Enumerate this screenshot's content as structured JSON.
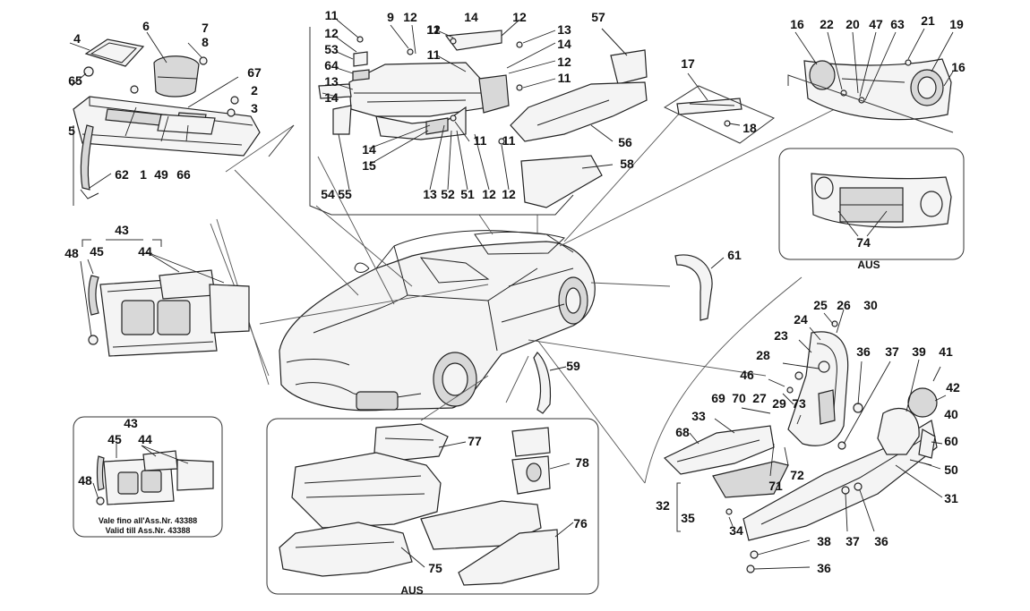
{
  "callouts": {
    "top_left": [
      "4",
      "6",
      "7",
      "8",
      "65",
      "67",
      "2",
      "3",
      "5",
      "1",
      "49",
      "66",
      "62"
    ],
    "top_center": [
      "11",
      "12",
      "53",
      "64",
      "13",
      "14",
      "9",
      "12",
      "11",
      "14",
      "12",
      "11",
      "12",
      "13",
      "14",
      "12",
      "11",
      "14",
      "15",
      "13",
      "52",
      "51",
      "12",
      "11",
      "11",
      "12",
      "54",
      "55",
      "57",
      "56",
      "58"
    ],
    "top_right": [
      "17",
      "18",
      "16",
      "22",
      "20",
      "47",
      "63",
      "21",
      "19",
      "16"
    ],
    "left_middle": [
      "43",
      "45",
      "44",
      "48"
    ],
    "bottom_left": [
      "43",
      "45",
      "44",
      "48"
    ],
    "center": [
      "59",
      "61"
    ],
    "right_lower": [
      "25",
      "26",
      "30",
      "24",
      "23",
      "28",
      "46",
      "36",
      "37",
      "39",
      "41",
      "42",
      "40",
      "69",
      "70",
      "27",
      "29",
      "73",
      "33",
      "68",
      "60",
      "72",
      "71",
      "50",
      "31",
      "32",
      "35",
      "34",
      "38",
      "37",
      "36",
      "36"
    ],
    "bottom_center": [
      "77",
      "78",
      "75",
      "76"
    ],
    "rear_panel": [
      "74"
    ]
  },
  "labels": {
    "aus_rear_panel": "AUS",
    "aus_bottom": "AUS"
  },
  "notes": {
    "line1": "Vale fino all'Ass.Nr. 43388",
    "line2": "Valid till Ass.Nr. 43388"
  }
}
